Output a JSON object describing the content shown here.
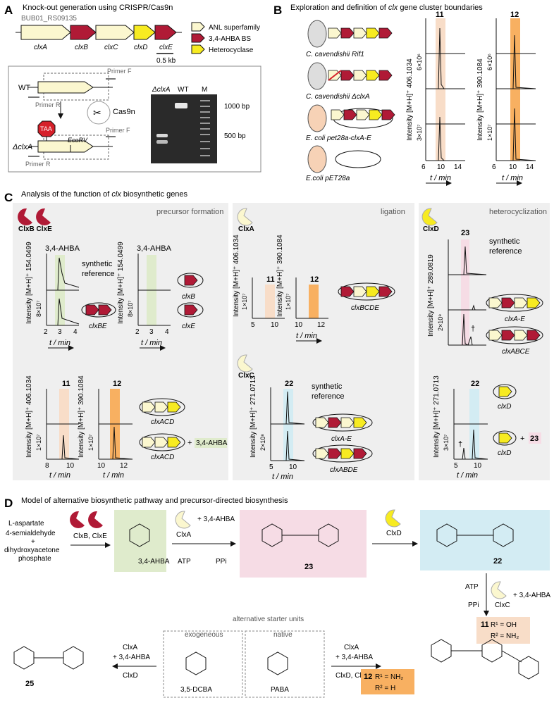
{
  "panels": {
    "A": {
      "letter": "A",
      "title": "Knock-out generation using CRISPR/Cas9n",
      "locus_tag": "BUB01_RS09135",
      "genes": [
        "clxA",
        "clxB",
        "clxC",
        "clxD",
        "clxE"
      ],
      "scale_label": "0.5 kb",
      "legend": [
        "ANL superfamily",
        "3,4-AHBA BS",
        "Heterocyclase"
      ],
      "wt_label": "WT",
      "mut_label": "ΔclxA",
      "primer_f": "Primer F",
      "primer_r": "Primer R",
      "cas_label": "Cas9n",
      "stop_label": "TAA",
      "site_label": "EcoRV",
      "gel_lanes": [
        "ΔclxA",
        "WT",
        "M"
      ],
      "gel_marks": [
        "1000 bp",
        "500 bp"
      ]
    },
    "B": {
      "letter": "B",
      "title_pre": "Exploration and definition of ",
      "title_it": "clx",
      "title_post": " gene cluster boundaries",
      "strains": [
        "C. cavendishii Rif1",
        "C. cavendishii ΔclxA",
        "E. coli pet28a-clxA-E",
        "E.coli pET28a"
      ],
      "cmpd1": "11",
      "cmpd2": "12",
      "ylabel1": "Intensity [M+H]⁺ 406.1034",
      "ylabel2": "Intensity [M+H]⁺ 390.1084",
      "scale1a": "6×10⁶",
      "scale1b": "3×10⁷",
      "scale2a": "6×10⁶",
      "scale2b": "1×10⁷",
      "ticks": [
        "6",
        "10",
        "14"
      ],
      "xlabel": "t / min"
    },
    "C": {
      "letter": "C",
      "title_pre": "Analysis of the function of ",
      "title_it": "clx",
      "title_post": " biosynthetic genes",
      "sec1": "precursor formation",
      "sec2": "ligation",
      "sec3": "heterocyclization",
      "enz1": "ClxB ClxE",
      "enz2": "ClxA",
      "enz3": "ClxC",
      "enz4": "ClxD",
      "ahba": "3,4-AHBA",
      "synref": "synthetic",
      "synref2": "reference",
      "y_154": "Intensity [M+H]⁺ 154.0499",
      "y_406": "Intensity [M+H]⁺ 406.1034",
      "y_390": "Intensity [M+H]⁺ 390.1084",
      "y_271": "Intensity [M+H]⁺ 271.0713",
      "y_289": "Intensity [M+H]⁺ 289.0819",
      "s8e7": "8×10⁷",
      "s1e7": "1×10⁷",
      "s2e8": "2×10⁸",
      "s2e9": "2×10⁹",
      "s3e7": "3×10⁷",
      "plasmids": [
        "clxBE",
        "clxB",
        "clxE",
        "clxBCDE",
        "clxACD",
        "clxACD",
        "clxA-E",
        "clxABDE",
        "clxA-E",
        "clxABCE",
        "clxD",
        "clxD"
      ],
      "plus": "+",
      "c11": "11",
      "c12": "12",
      "c22": "22",
      "c23": "23",
      "dagger": "†",
      "ticks_a": [
        "2",
        "3",
        "4"
      ],
      "ticks_b": [
        "8",
        "10"
      ],
      "ticks_c": [
        "10",
        "12"
      ],
      "ticks_d": [
        "5",
        "10"
      ],
      "ticks_e": [
        "5",
        "10"
      ],
      "xlabel": "t / min"
    },
    "D": {
      "letter": "D",
      "title": "Model of alternative biosynthetic pathway and precursor-directed biosynthesis",
      "start1": "L-aspartate",
      "start2": "4-semialdehyde",
      "start3": "+",
      "start4": "dihydroxyacetone",
      "start5": "phosphate",
      "enz_be": "ClxB, ClxE",
      "ahba": "3,4-AHBA",
      "clxa": "ClxA",
      "plus_ahba": "+ 3,4-AHBA",
      "atp": "ATP",
      "ppi": "PPi",
      "c23": "23",
      "clxd": "ClxD",
      "c22": "22",
      "clxc": "ClxC",
      "c11": "11",
      "r11a": "R¹ = OH",
      "r11b": "R² = NH₂",
      "c12": "12",
      "r12a": "R¹ = NH₂",
      "r12b": "R² = H",
      "alt": "alternative starter units",
      "exo": "exogeneous",
      "native": "native",
      "dcba": "3,5-DCBA",
      "paba": "PABA",
      "c25": "25",
      "clxa2": "ClxA",
      "ahba2": "+ 3,4-AHBA",
      "clxd2": "ClxD",
      "clxa3": "ClxA",
      "ahba3": "+ 3,4-AHBA",
      "clxdc": "ClxD, ClxC"
    }
  },
  "colors": {
    "anl": "#fbf7cf",
    "bs": "#b01a36",
    "het": "#f7eb21",
    "green": "#dfebcc",
    "pink": "#f6dce5",
    "blue": "#d3ecf3",
    "orange": "#f8b061",
    "peach": "#f8ddc8",
    "panel": "#efefef"
  }
}
